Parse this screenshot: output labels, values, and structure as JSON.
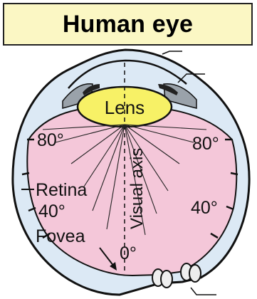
{
  "title": "Human eye",
  "colors": {
    "title_bg": "#fbf7c4",
    "eyeball_fill": "#dce9f5",
    "retina_fill": "#f4c7d9",
    "lens_fill": "#f7f166",
    "iris_fill": "#9aa2aa",
    "outline": "#111111"
  },
  "labels": {
    "lens": "Lens",
    "retina": "Retina",
    "fovea": "Fovea",
    "visual_axis": "Visual axis",
    "deg_80_left": "80°",
    "deg_80_right": "80°",
    "deg_40_left": "40°",
    "deg_40_right": "40°",
    "deg_0": "0°"
  }
}
